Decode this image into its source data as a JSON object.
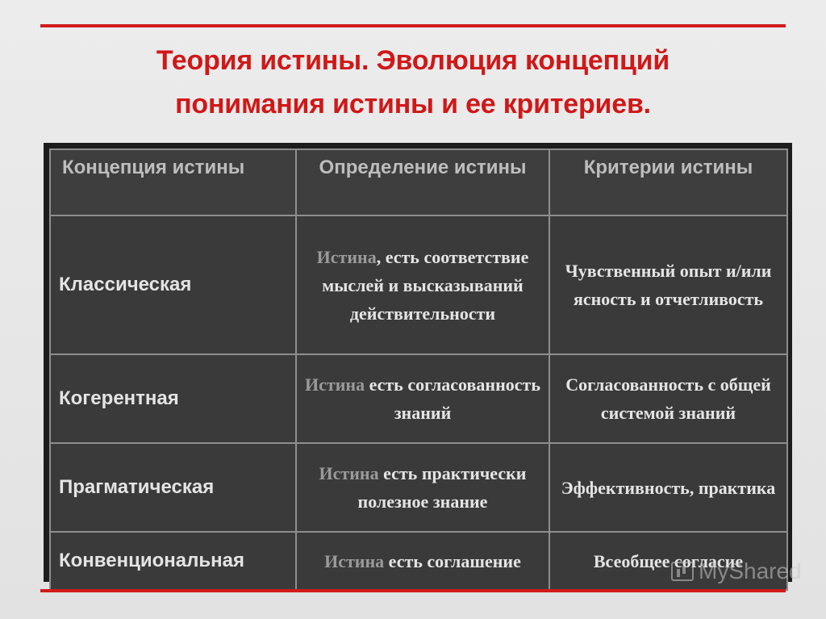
{
  "slide": {
    "title_line1": "Теория истины. Эволюция концепций",
    "title_line2": "понимания истины и ее критериев."
  },
  "table": {
    "headers": {
      "concept": "Концепция истины",
      "definition": "Определение истины",
      "criteria": "Критерии истины"
    },
    "rows": [
      {
        "concept": "Классическая",
        "def_keyword": "Истина",
        "def_rest": ", есть соответствие мыслей и высказываний действительности",
        "criteria": "Чувственный опыт и/или ясность и отчетливость"
      },
      {
        "concept": "Когерентная",
        "def_keyword": "Истина",
        "def_rest": " есть согласованность знаний",
        "criteria": "Согласованность с общей системой знаний"
      },
      {
        "concept": "Прагматическая",
        "def_keyword": "Истина",
        "def_rest": " есть практически полезное знание",
        "criteria": "Эффективность, практика"
      },
      {
        "concept": "Конвенциональная",
        "def_keyword": "Истина",
        "def_rest": " есть соглашение",
        "criteria": "Всеобщее согласие"
      }
    ]
  },
  "watermark": {
    "text": "MyShared",
    "icon": "chart-icon"
  },
  "colors": {
    "accent_red": "#d21a1a",
    "table_bg": "#3a3a3a",
    "header_text": "#bdbdbd",
    "keyword_text": "#9a9a9a"
  }
}
